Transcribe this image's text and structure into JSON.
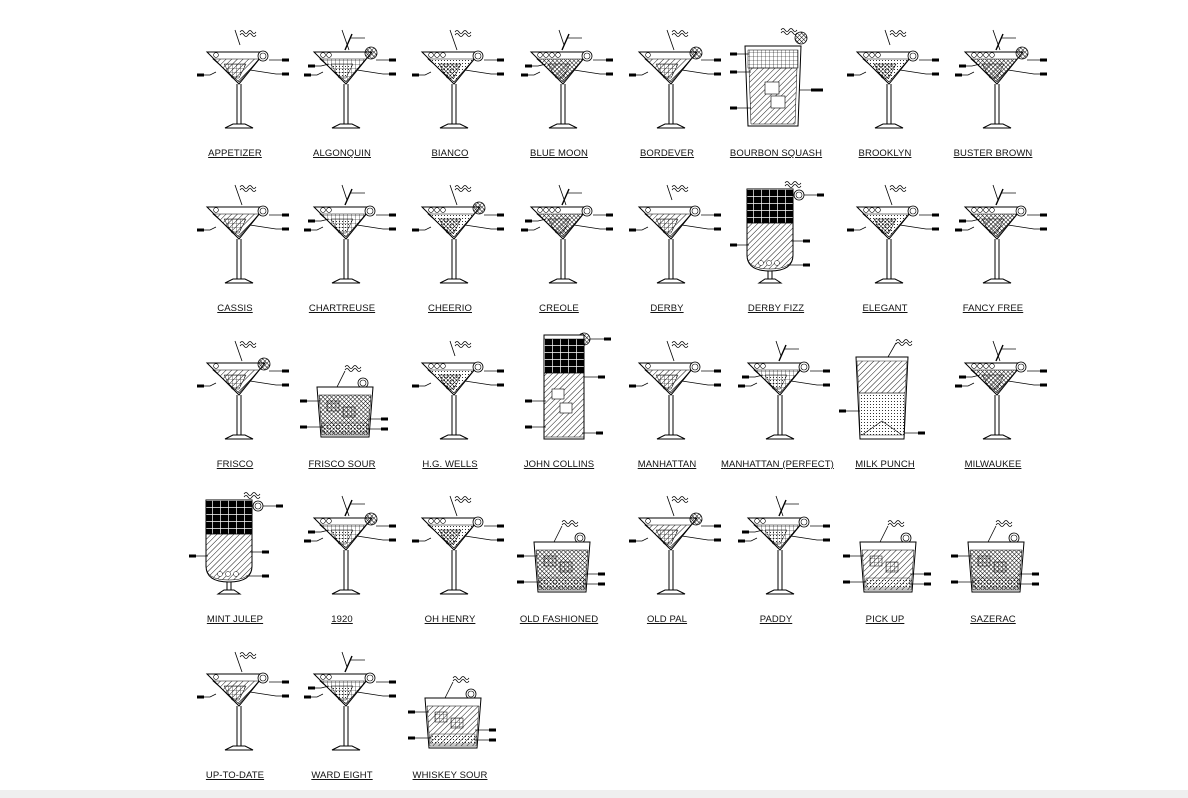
{
  "drawing": {
    "cocktails": [
      {
        "name": "APPETIZER",
        "vessel": "martini"
      },
      {
        "name": "ALGONQUIN",
        "vessel": "martini"
      },
      {
        "name": "BIANCO",
        "vessel": "martini"
      },
      {
        "name": "BLUE MOON",
        "vessel": "martini"
      },
      {
        "name": "BORDEVER",
        "vessel": "martini"
      },
      {
        "name": "BOURBON SQUASH",
        "vessel": "highball"
      },
      {
        "name": "BROOKLYN",
        "vessel": "martini"
      },
      {
        "name": "BUSTER BROWN",
        "vessel": "martini"
      },
      {
        "name": "CASSIS",
        "vessel": "martini"
      },
      {
        "name": "CHARTREUSE",
        "vessel": "martini"
      },
      {
        "name": "CHEERIO",
        "vessel": "martini"
      },
      {
        "name": "CREOLE",
        "vessel": "martini"
      },
      {
        "name": "DERBY",
        "vessel": "martini"
      },
      {
        "name": "DERBY FIZZ",
        "vessel": "goblet"
      },
      {
        "name": "ELEGANT",
        "vessel": "martini"
      },
      {
        "name": "FANCY FREE",
        "vessel": "martini"
      },
      {
        "name": "FRISCO",
        "vessel": "martini"
      },
      {
        "name": "FRISCO SOUR",
        "vessel": "rocks"
      },
      {
        "name": "H.G. WELLS",
        "vessel": "martini"
      },
      {
        "name": "JOHN COLLINS",
        "vessel": "collins"
      },
      {
        "name": "MANHATTAN",
        "vessel": "martini"
      },
      {
        "name": "MANHATTAN (PERFECT)",
        "vessel": "martini"
      },
      {
        "name": "MILK PUNCH",
        "vessel": "tumbler"
      },
      {
        "name": "MILWAUKEE",
        "vessel": "martini"
      },
      {
        "name": "MINT JULEP",
        "vessel": "goblet"
      },
      {
        "name": "1920",
        "vessel": "martini"
      },
      {
        "name": "OH HENRY",
        "vessel": "martini"
      },
      {
        "name": "OLD FASHIONED",
        "vessel": "rocks"
      },
      {
        "name": "OLD PAL",
        "vessel": "martini"
      },
      {
        "name": "PADDY",
        "vessel": "martini"
      },
      {
        "name": "PICK UP",
        "vessel": "rocks"
      },
      {
        "name": "SAZERAC",
        "vessel": "rocks"
      },
      {
        "name": "UP-TO-DATE",
        "vessel": "martini"
      },
      {
        "name": "WARD EIGHT",
        "vessel": "martini"
      },
      {
        "name": "WHISKEY SOUR",
        "vessel": "rocks"
      }
    ]
  }
}
